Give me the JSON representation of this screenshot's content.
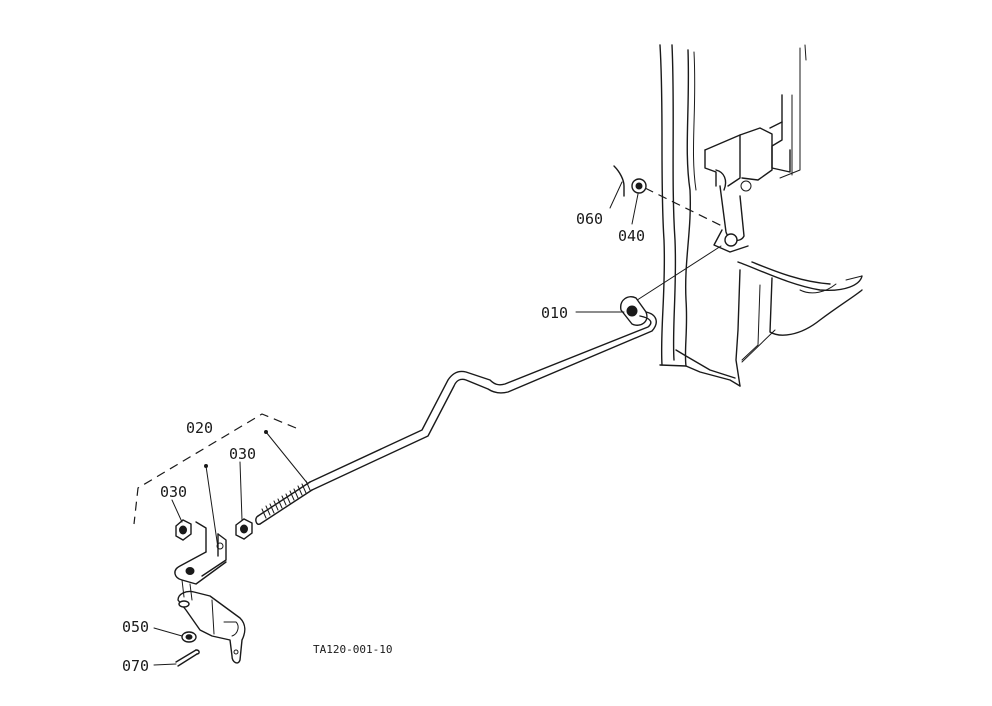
{
  "callouts": {
    "p010": "010",
    "p020": "020",
    "p030_left": "030",
    "p030_right": "030",
    "p040": "040",
    "p050": "050",
    "p060": "060",
    "p070": "070"
  },
  "figure_ref": "TA120-001-10"
}
